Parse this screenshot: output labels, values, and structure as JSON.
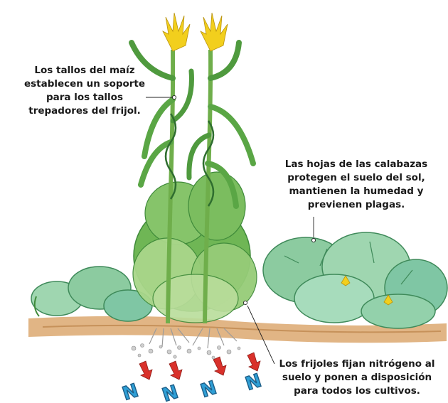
{
  "annotations": {
    "corn": "Los tallos del maíz\nestablecen un soporte\npara los tallos\ntrepadores del frijol.",
    "squash": "Las hojas de las calabazas\nprotegen el suelo del sol,\nmantienen la humedad y\nprevienen plagas.",
    "beans": "Los frijoles fijan nitrógeno al\nsuelo y ponen a disposición\npara todos los cultivos."
  },
  "nitrogen_symbol": "N",
  "colors": {
    "leaf_dark": "#3f8a3a",
    "leaf_mid": "#5fae4e",
    "leaf_light": "#a9d68a",
    "squash_leaf": "#7fc6a4",
    "corn_tassel": "#f2cf1d",
    "soil": "#c98e4e",
    "arrow_red": "#d9312b",
    "nitrogen_blue": "#2f9fd6"
  }
}
